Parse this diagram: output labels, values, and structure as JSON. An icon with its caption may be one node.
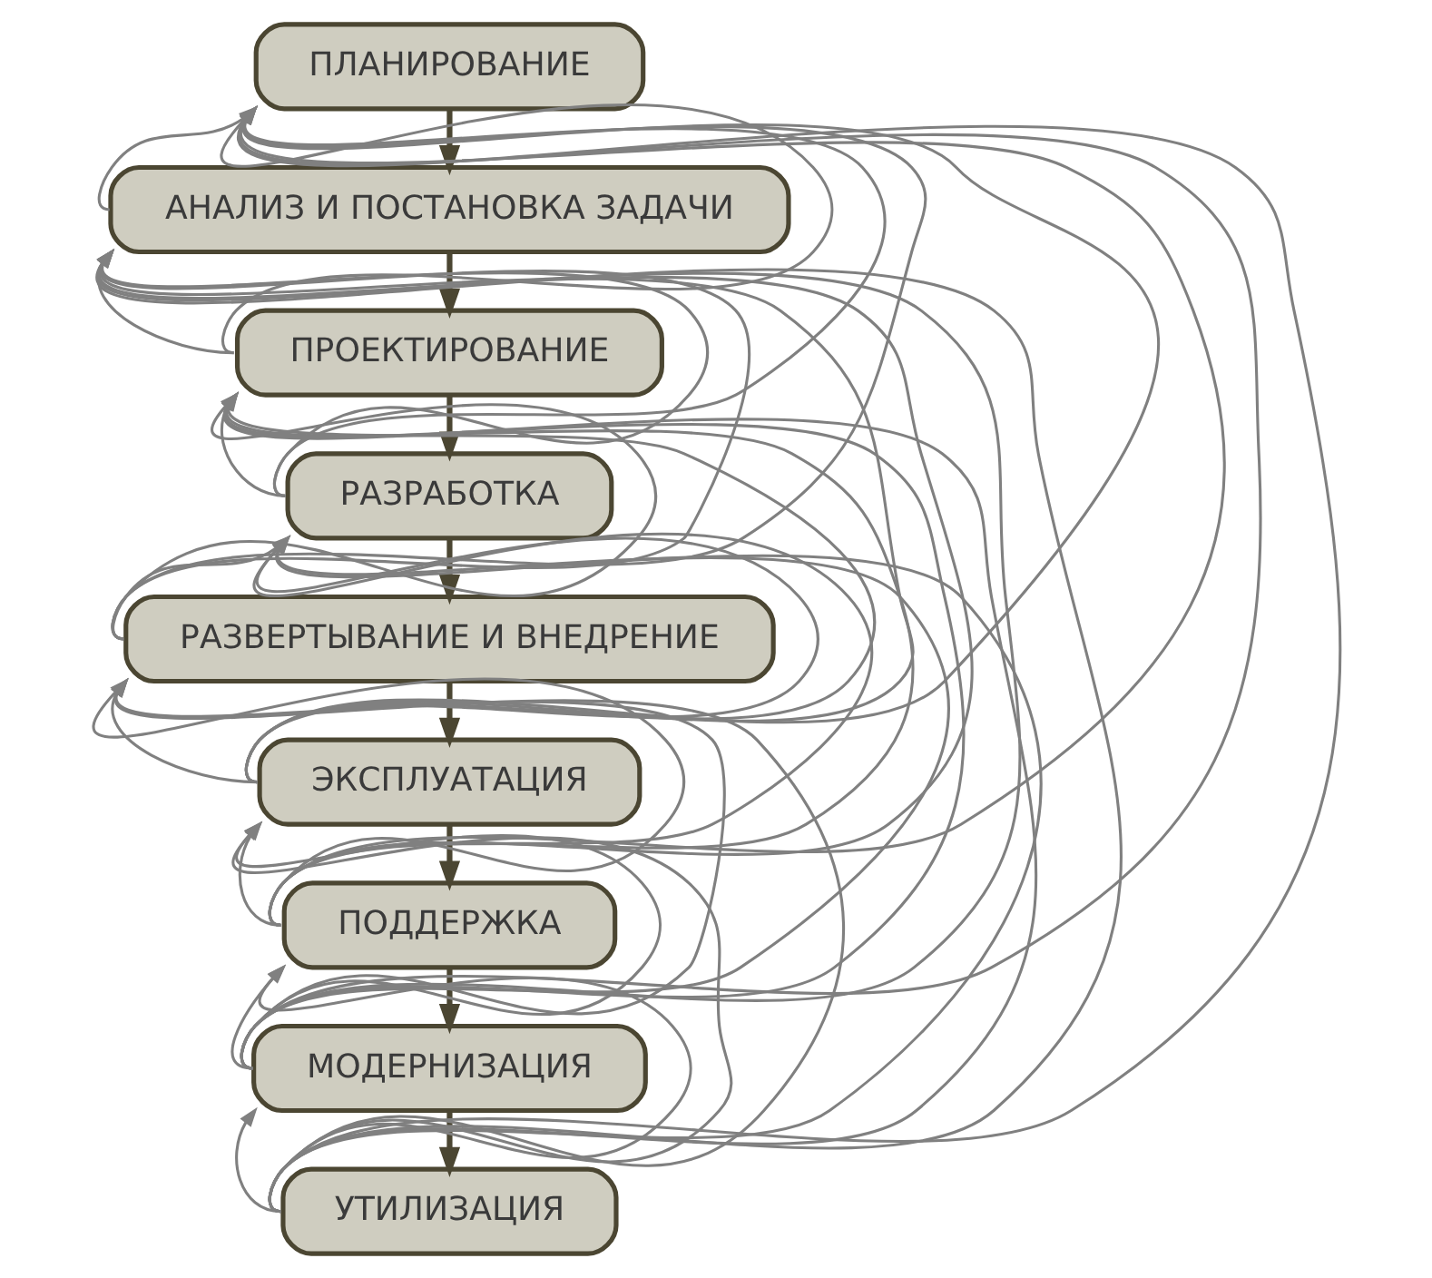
{
  "diagram": {
    "nodes": [
      {
        "text": [
          "ПЛАНИРОВАНИЕ"
        ]
      },
      {
        "text": [
          "АНАЛИЗ И ПОСТАНОВКА ЗАДАЧИ"
        ]
      },
      {
        "text": [
          "ПРОЕКТИРОВАНИЕ"
        ]
      },
      {
        "text": [
          "РАЗРАБОТКА"
        ]
      },
      {
        "text": [
          "РАЗВЕРТЫВАНИЕ И ВНЕДРЕНИЕ"
        ]
      },
      {
        "text": [
          "ЭКСПЛУАТАЦИЯ"
        ]
      },
      {
        "text": [
          "ПОДДЕРЖКА"
        ]
      },
      {
        "text": [
          "МОДЕРНИЗАЦИЯ"
        ]
      },
      {
        "text": [
          "УТИЛИЗАЦИЯ"
        ]
      }
    ],
    "edges": [
      {
        "from": 0,
        "to": 1,
        "arrow": "to",
        "color": "#4b4632",
        "style": "thick"
      },
      {
        "from": 1,
        "to": 2,
        "arrow": "to",
        "color": "#4b4632",
        "style": "thick"
      },
      {
        "from": 2,
        "to": 3,
        "arrow": "to",
        "color": "#4b4632",
        "style": "thick"
      },
      {
        "from": 3,
        "to": 4,
        "arrow": "to",
        "color": "#4b4632",
        "style": "thick"
      },
      {
        "from": 4,
        "to": 5,
        "arrow": "to",
        "color": "#4b4632",
        "style": "thick"
      },
      {
        "from": 5,
        "to": 6,
        "arrow": "to",
        "color": "#4b4632",
        "style": "thick"
      },
      {
        "from": 6,
        "to": 7,
        "arrow": "to",
        "color": "#4b4632",
        "style": "thick"
      },
      {
        "from": 7,
        "to": 8,
        "arrow": "to",
        "color": "#4b4632",
        "style": "thick"
      },
      {
        "from": 1,
        "to": 0,
        "arrow": "to"
      },
      {
        "from": 2,
        "to": 0,
        "arrow": "to"
      },
      {
        "from": 2,
        "to": 1,
        "arrow": "to"
      },
      {
        "from": 3,
        "to": 0,
        "arrow": "to"
      },
      {
        "from": 3,
        "to": 1,
        "arrow": "to"
      },
      {
        "from": 3,
        "to": 2,
        "arrow": "to"
      },
      {
        "from": 4,
        "to": 0,
        "arrow": "to"
      },
      {
        "from": 4,
        "to": 1,
        "arrow": "to"
      },
      {
        "from": 4,
        "to": 2,
        "arrow": "to"
      },
      {
        "from": 4,
        "to": 3,
        "arrow": "to"
      },
      {
        "from": 5,
        "to": 0,
        "arrow": "to"
      },
      {
        "from": 5,
        "to": 1,
        "arrow": "to"
      },
      {
        "from": 5,
        "to": 2,
        "arrow": "to"
      },
      {
        "from": 5,
        "to": 3,
        "arrow": "to"
      },
      {
        "from": 5,
        "to": 4,
        "arrow": "to"
      },
      {
        "from": 6,
        "to": 0,
        "arrow": "to"
      },
      {
        "from": 6,
        "to": 1,
        "arrow": "to"
      },
      {
        "from": 6,
        "to": 2,
        "arrow": "to"
      },
      {
        "from": 6,
        "to": 3,
        "arrow": "to"
      },
      {
        "from": 6,
        "to": 4,
        "arrow": "to"
      },
      {
        "from": 6,
        "to": 5,
        "arrow": "to"
      },
      {
        "from": 7,
        "to": 0,
        "arrow": "to"
      },
      {
        "from": 7,
        "to": 1,
        "arrow": "to"
      },
      {
        "from": 7,
        "to": 2,
        "arrow": "to"
      },
      {
        "from": 7,
        "to": 3,
        "arrow": "to"
      },
      {
        "from": 7,
        "to": 4,
        "arrow": "to"
      },
      {
        "from": 7,
        "to": 5,
        "arrow": "to"
      },
      {
        "from": 7,
        "to": 6,
        "arrow": "to"
      },
      {
        "from": 8,
        "to": 0,
        "arrow": "to"
      },
      {
        "from": 8,
        "to": 1,
        "arrow": "to"
      },
      {
        "from": 8,
        "to": 2,
        "arrow": "to"
      },
      {
        "from": 8,
        "to": 3,
        "arrow": "to"
      },
      {
        "from": 8,
        "to": 4,
        "arrow": "to"
      },
      {
        "from": 8,
        "to": 5,
        "arrow": "to"
      },
      {
        "from": 8,
        "to": 6,
        "arrow": "to"
      },
      {
        "from": 8,
        "to": 7,
        "arrow": "to"
      }
    ]
  }
}
